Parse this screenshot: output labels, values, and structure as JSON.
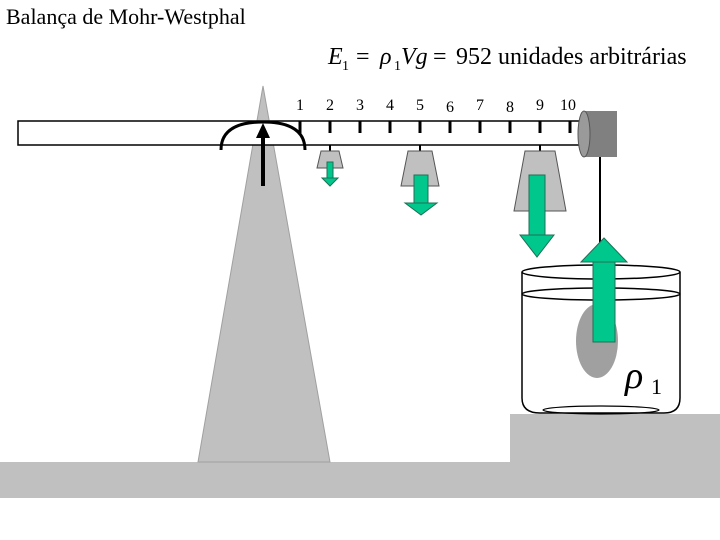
{
  "title": "Balança de Mohr-Westphal",
  "formula": {
    "lhs_var": "E",
    "lhs_sub": "1",
    "eq1": "=",
    "rho": "ρ",
    "rho_sub": "1",
    "vg": "Vg",
    "eq2": "=",
    "rhs": "952 unidades arbitrárias"
  },
  "scale_numbers": [
    "1",
    "2",
    "3",
    "4",
    "5",
    "6",
    "7",
    "8",
    "9",
    "10"
  ],
  "liquid_label": {
    "rho": "ρ",
    "sub": "1"
  },
  "colors": {
    "gray": "#c0c0c0",
    "dark_gray": "#808080",
    "arrow_green": "#00c78c",
    "arrow_edge": "#1f6f55",
    "black": "#000000"
  }
}
